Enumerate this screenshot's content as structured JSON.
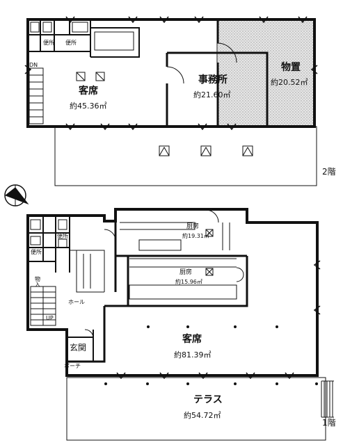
{
  "floor2": {
    "floor_label": "2階",
    "seating": {
      "name": "客席",
      "area": "約45.36㎡"
    },
    "office": {
      "name": "事務所",
      "area": "約21.60㎡"
    },
    "storage": {
      "name": "物置",
      "area": "約20.52㎡"
    },
    "stair_dn": "DN",
    "wc_labels": [
      "便所",
      "便所"
    ]
  },
  "floor1": {
    "floor_label": "1階",
    "kitchen_a": {
      "name": "厨房",
      "area": "約19.31㎡"
    },
    "kitchen_b": {
      "name": "厨房",
      "area": "約15.96㎡"
    },
    "seating": {
      "name": "客席",
      "area": "約81.39㎡"
    },
    "terrace": {
      "name": "テラス",
      "area": "約54.72㎡"
    },
    "entrance": "玄関",
    "porch": "ポーチ",
    "hall": "ホール",
    "storage_small": "物入",
    "stair_up": "UP",
    "wc_labels": [
      "便所",
      "便所"
    ]
  },
  "colors": {
    "wall": "#111111",
    "storage_fill": "#d9d9d9",
    "background": "#ffffff"
  },
  "compass_icon": "north-arrow-icon"
}
